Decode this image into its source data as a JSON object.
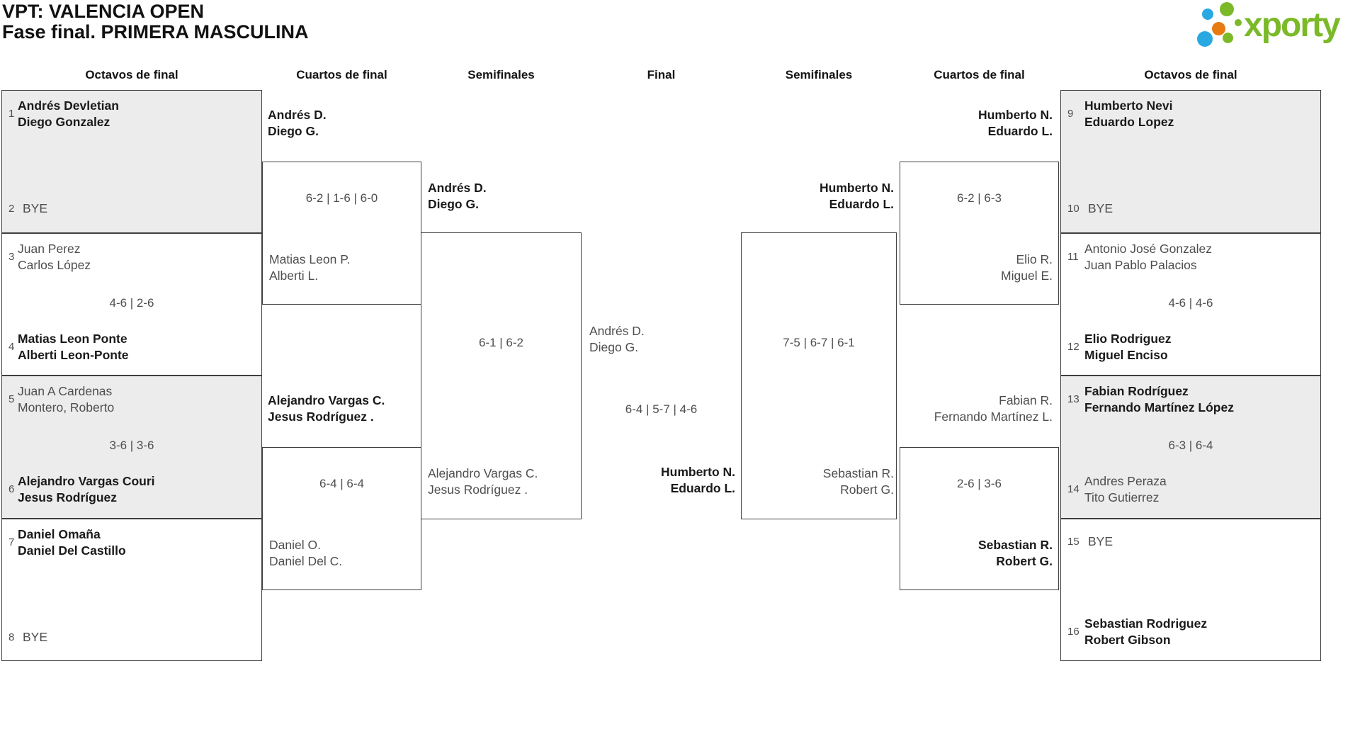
{
  "title": {
    "line1": "VPT: VALENCIA OPEN",
    "line2": "Fase final. PRIMERA MASCULINA"
  },
  "logo": {
    "text": "xporty",
    "green": "#7bb929",
    "blue": "#29a9e1",
    "orange": "#e87a12"
  },
  "rounds": [
    "Octavos de final",
    "Cuartos de final",
    "Semifinales",
    "Final",
    "Semifinales",
    "Cuartos de final",
    "Octavos de final"
  ],
  "r16": [
    {
      "seed_top": "1",
      "top1": "Andrés Devletian",
      "top2": "Diego Gonzalez",
      "seed_bottom": "2",
      "bye_bottom": "BYE"
    },
    {
      "seed_top": "3",
      "top1": "Juan Perez",
      "top2": "Carlos López",
      "score": "4-6 | 2-6",
      "seed_bottom": "4",
      "bot1": "Matias Leon Ponte",
      "bot2": "Alberti Leon-Ponte"
    },
    {
      "seed_top": "5",
      "top1": "Juan A Cardenas",
      "top2": "Montero, Roberto",
      "score": "3-6 | 3-6",
      "seed_bottom": "6",
      "bot1": "Alejandro Vargas Couri",
      "bot2": "Jesus Rodríguez"
    },
    {
      "seed_top": "7",
      "top1": "Daniel Omaña",
      "top2": "Daniel Del Castillo",
      "seed_bottom": "8",
      "bye_bottom": "BYE"
    },
    {
      "seed_top": "9",
      "top1": "Humberto Nevi",
      "top2": "Eduardo Lopez",
      "seed_bottom": "10",
      "bye_bottom": "BYE"
    },
    {
      "seed_top": "11",
      "top1": "Antonio José Gonzalez",
      "top2": "Juan Pablo Palacios",
      "score": "4-6 | 4-6",
      "seed_bottom": "12",
      "bot1": "Elio Rodriguez",
      "bot2": "Miguel Enciso"
    },
    {
      "seed_top": "13",
      "top1": "Fabian Rodríguez",
      "top2": "Fernando Martínez López",
      "score": "6-3 | 6-4",
      "seed_bottom": "14",
      "bot1": "Andres Peraza",
      "bot2": "Tito Gutierrez"
    },
    {
      "seed_top": "15",
      "bye_top": "BYE",
      "seed_bottom": "16",
      "bot1": "Sebastian Rodriguez",
      "bot2": "Robert Gibson"
    }
  ],
  "qf": [
    {
      "above1": "Andrés D.",
      "above2": "Diego G.",
      "score": "6-2 | 1-6 | 6-0",
      "below1": "Matias Leon P.",
      "below2": "Alberti L."
    },
    {
      "above1": "Alejandro Vargas C.",
      "above2": "Jesus Rodríguez .",
      "score": "6-4 | 6-4",
      "below1": "Daniel O.",
      "below2": "Daniel Del C."
    },
    {
      "above1": "Humberto N.",
      "above2": "Eduardo L.",
      "score": "6-2 | 6-3",
      "below1": "Elio R.",
      "below2": "Miguel E."
    },
    {
      "above1": "Fabian R.",
      "above2": "Fernando Martínez L.",
      "score": "2-6 | 3-6",
      "below1": "Sebastian R.",
      "below2": "Robert G."
    }
  ],
  "sf": [
    {
      "above1": "Andrés D.",
      "above2": "Diego G.",
      "score": "6-1 | 6-2",
      "below1": "Alejandro Vargas C.",
      "below2": "Jesus Rodríguez ."
    },
    {
      "above1": "Humberto N.",
      "above2": "Eduardo L.",
      "score": "7-5 | 6-7 | 6-1",
      "below1": "Sebastian R.",
      "below2": "Robert G."
    }
  ],
  "final": {
    "left1": "Andrés D.",
    "left2": "Diego G.",
    "score": "6-4 | 5-7 | 4-6",
    "right1": "Humberto N.",
    "right2": "Eduardo L."
  }
}
